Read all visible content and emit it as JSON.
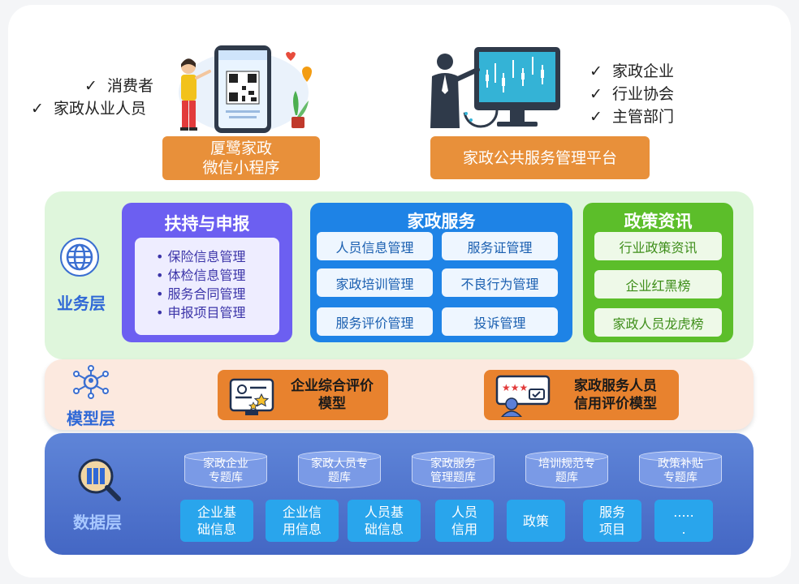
{
  "consumer_checklist": [
    "消费者",
    "家政从业人员"
  ],
  "mini_program": {
    "line1": "厦鹭家政",
    "line2": "微信小程序"
  },
  "admin_checklist": [
    "家政企业",
    "行业协会",
    "主管部门"
  ],
  "platform_label": "家政公共服务管理平台",
  "check_mark": "✓",
  "business_layer": {
    "label": "业务层",
    "support": {
      "title": "扶持与申报",
      "items": [
        "保险信息管理",
        "体检信息管理",
        "服务合同管理",
        "申报项目管理"
      ]
    },
    "service": {
      "title": "家政服务",
      "items": [
        "人员信息管理",
        "服务证管理",
        "家政培训管理",
        "不良行为管理",
        "服务评价管理",
        "投诉管理"
      ]
    },
    "policy": {
      "title": "政策资讯",
      "items": [
        "行业政策资讯",
        "企业红黑榜",
        "家政人员龙虎榜"
      ]
    }
  },
  "model_layer": {
    "label": "模型层",
    "models": [
      {
        "line1": "企业综合评价",
        "line2": "模型"
      },
      {
        "line1": "家政服务人员",
        "line2": "信用评价模型"
      }
    ]
  },
  "data_layer": {
    "label": "数据层",
    "databases": [
      {
        "line1": "家政企业",
        "line2": "专题库"
      },
      {
        "line1": "家政人员专",
        "line2": "题库"
      },
      {
        "line1": "家政服务",
        "line2": "管理题库"
      },
      {
        "line1": "培训规范专",
        "line2": "题库"
      },
      {
        "line1": "政策补贴",
        "line2": "专题库"
      }
    ],
    "tiles": [
      {
        "line1": "企业基",
        "line2": "础信息"
      },
      {
        "line1": "企业信",
        "line2": "用信息"
      },
      {
        "line1": "人员基",
        "line2": "础信息"
      },
      {
        "line1": "人员",
        "line2": "信用"
      },
      {
        "line1": "政策",
        "line2": ""
      },
      {
        "line1": "服务",
        "line2": "项目"
      },
      {
        "line1": ".....",
        "line2": "."
      }
    ]
  },
  "colors": {
    "accent_orange": "#e8903a",
    "support_purple": "#6c5ff1",
    "service_blue": "#1e83e6",
    "policy_green": "#5cbe2a",
    "data_tile_blue": "#29a5ec"
  },
  "icons": [
    "person-with-phone-illustration",
    "qr-code-icon",
    "presenter-with-monitor-illustration",
    "globe-icon",
    "network-hub-icon",
    "database-search-icon",
    "rating-card-icon",
    "credit-review-icon"
  ]
}
